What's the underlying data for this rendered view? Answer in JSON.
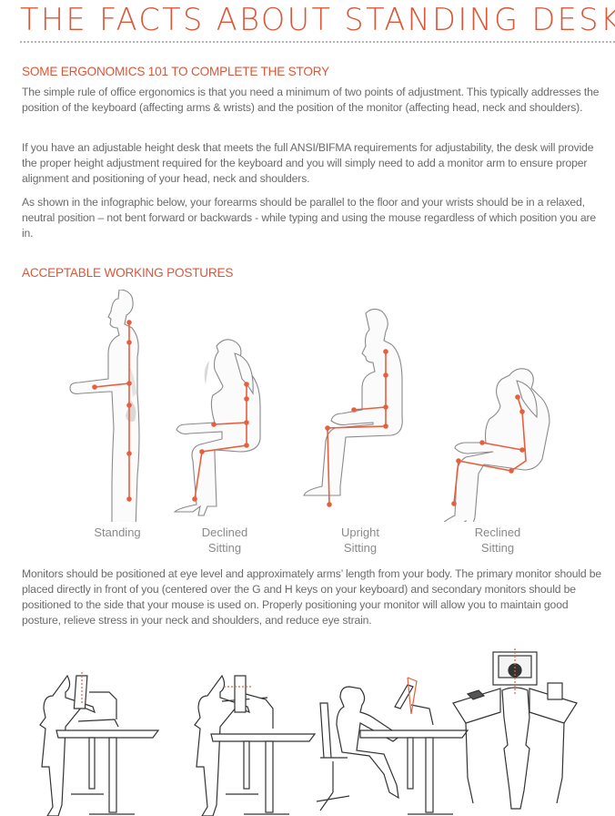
{
  "page": {
    "title": "THE FACTS ABOUT STANDING DESKS",
    "accent_color": "#d9583a",
    "body_color": "#6a6a6a"
  },
  "section1": {
    "heading": "SOME ERGONOMICS 101 TO COMPLETE THE STORY",
    "paragraphs": [
      "The simple rule of office ergonomics is that you need a minimum of two points of adjustment. This typically addresses the position of the keyboard (affecting arms & wrists) and the position of the monitor (affecting head, neck and shoulders).",
      "If you have an adjustable height desk that meets the full ANSI/BIFMA requirements for adjustability, the desk will provide the proper height adjustment required for the keyboard and you will simply need to add a monitor arm to ensure proper alignment and positioning of your head, neck and shoulders.",
      "As shown in the infographic below, your forearms should be parallel to the floor and your wrists should be in a relaxed, neutral position – not bent forward or backwards - while typing and using the mouse regardless of which position you are in."
    ]
  },
  "section2": {
    "heading": "ACCEPTABLE WORKING POSTURES",
    "postures": [
      {
        "line1": "Standing",
        "line2": "",
        "icon": "standing-man-figure"
      },
      {
        "line1": "Declined",
        "line2": "Sitting",
        "icon": "declined-sitting-woman-figure"
      },
      {
        "line1": "Upright",
        "line2": "Sitting",
        "icon": "upright-sitting-man-figure"
      },
      {
        "line1": "Reclined",
        "line2": "Sitting",
        "icon": "reclined-sitting-woman-figure"
      }
    ],
    "paragraph": "Monitors should be positioned at eye level and approximately arms’ length from your body. The primary monitor should be placed directly in front of you (centered over the G and H keys on your keyboard) and secondary monitors should be positioned to the side that your mouse is used on. Properly positioning your monitor will allow you to maintain good posture, relieve stress in your neck and shoulders, and reduce eye strain."
  },
  "monitor_illustrations": [
    {
      "name": "monitor-height-adjust",
      "icon": "vertical-arrow-icon"
    },
    {
      "name": "monitor-distance-adjust",
      "icon": "horizontal-arrow-icon"
    },
    {
      "name": "monitor-tilt-adjust",
      "icon": "tilt-arc-icon"
    },
    {
      "name": "monitor-centered-view",
      "icon": "center-line-icon"
    }
  ]
}
